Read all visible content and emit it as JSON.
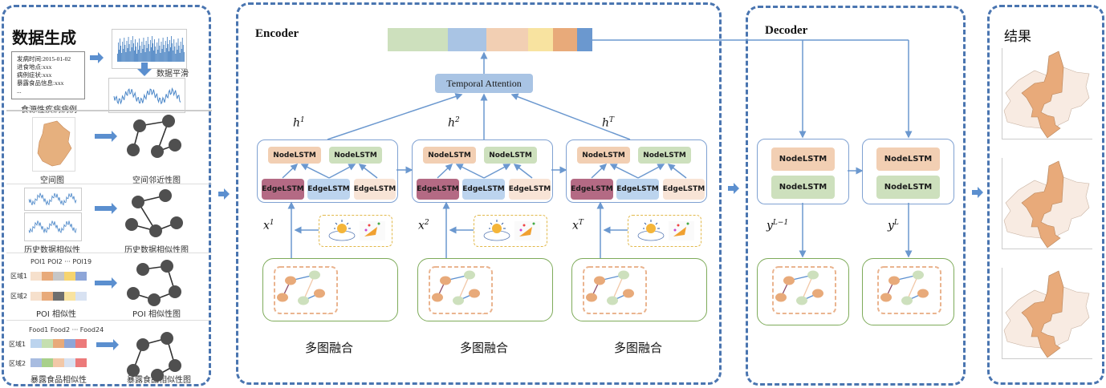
{
  "data_gen": {
    "title": "数据生成",
    "case_record": {
      "lines": [
        "发病时间:2015-01-02",
        "进食地点:xxx",
        "病例症状:xxx",
        "暴露食品信息:xxx",
        "..."
      ],
      "caption": "食源性疾病病例"
    },
    "smooth_label": "数据平滑",
    "rows": [
      {
        "input_caption": "空间图",
        "output_caption": "空间邻近性图"
      },
      {
        "input_caption": "历史数据相似性",
        "output_caption": "历史数据相似性图"
      },
      {
        "input_caption": "POI 相似性",
        "output_caption": "POI 相似性图",
        "header": "POI1 POI2 ··· POI19",
        "region1": "区域1",
        "region2": "区域2"
      },
      {
        "input_caption": "暴露食品相似性",
        "output_caption": "暴露食品相似性图",
        "header": "Food1 Food2 ··· Food24",
        "region1": "区域1",
        "region2": "区域2"
      }
    ],
    "poi_colors": {
      "region1": [
        "#f6e0cc",
        "#e8aa7a",
        "#c6c6c6",
        "#f6d46e",
        "#8ea6d8"
      ],
      "region2": [
        "#f6e0cc",
        "#e8aa7a",
        "#6e6e6e",
        "#f8e3a0",
        "#d8e2f2"
      ]
    },
    "food_colors": {
      "region1": [
        "#bcd4ee",
        "#c5dfb0",
        "#e8aa7a",
        "#8ea6d8",
        "#ec7a7a"
      ],
      "region2": [
        "#a8bce0",
        "#a8d08a",
        "#f2c8a8",
        "#d8e2f2",
        "#ec7a7a"
      ]
    }
  },
  "encoder": {
    "title": "Encoder",
    "attention_label": "Temporal Attention",
    "context_vector_colors": [
      "#cde0bd",
      "#a9c4e4",
      "#f2cfb3",
      "#f8e3a0",
      "#e8aa7a",
      "#6b98cf"
    ],
    "steps": [
      {
        "h": "h",
        "h_sup": "1",
        "x": "x",
        "x_sup": "1",
        "fusion_label": "多图融合"
      },
      {
        "h": "h",
        "h_sup": "2",
        "x": "x",
        "x_sup": "2",
        "fusion_label": "多图融合"
      },
      {
        "h": "h",
        "h_sup": "T",
        "x": "x",
        "x_sup": "T",
        "fusion_label": "多图融合"
      }
    ],
    "node_lstm_label": "NodeLSTM",
    "edge_lstm_label": "EdgeLSTM"
  },
  "decoder": {
    "title": "Decoder",
    "node_lstm_label": "NodeLSTM",
    "outputs": [
      {
        "y": "y",
        "y_sup": "L−1"
      },
      {
        "y": "y",
        "y_sup": "L"
      }
    ]
  },
  "result": {
    "title": "结果",
    "map_count": 3
  },
  "colors": {
    "panel_border": "#4a75b0",
    "arrow": "#6b98cf",
    "node_orange": "#f2cfb3",
    "node_green": "#cde0bd",
    "edge_red": "#b46a84",
    "edge_blue": "#bcd4ee",
    "edge_peach": "#f8e4d6",
    "map_highlight": "#e8aa7a",
    "map_base": "#f8ebe2"
  }
}
